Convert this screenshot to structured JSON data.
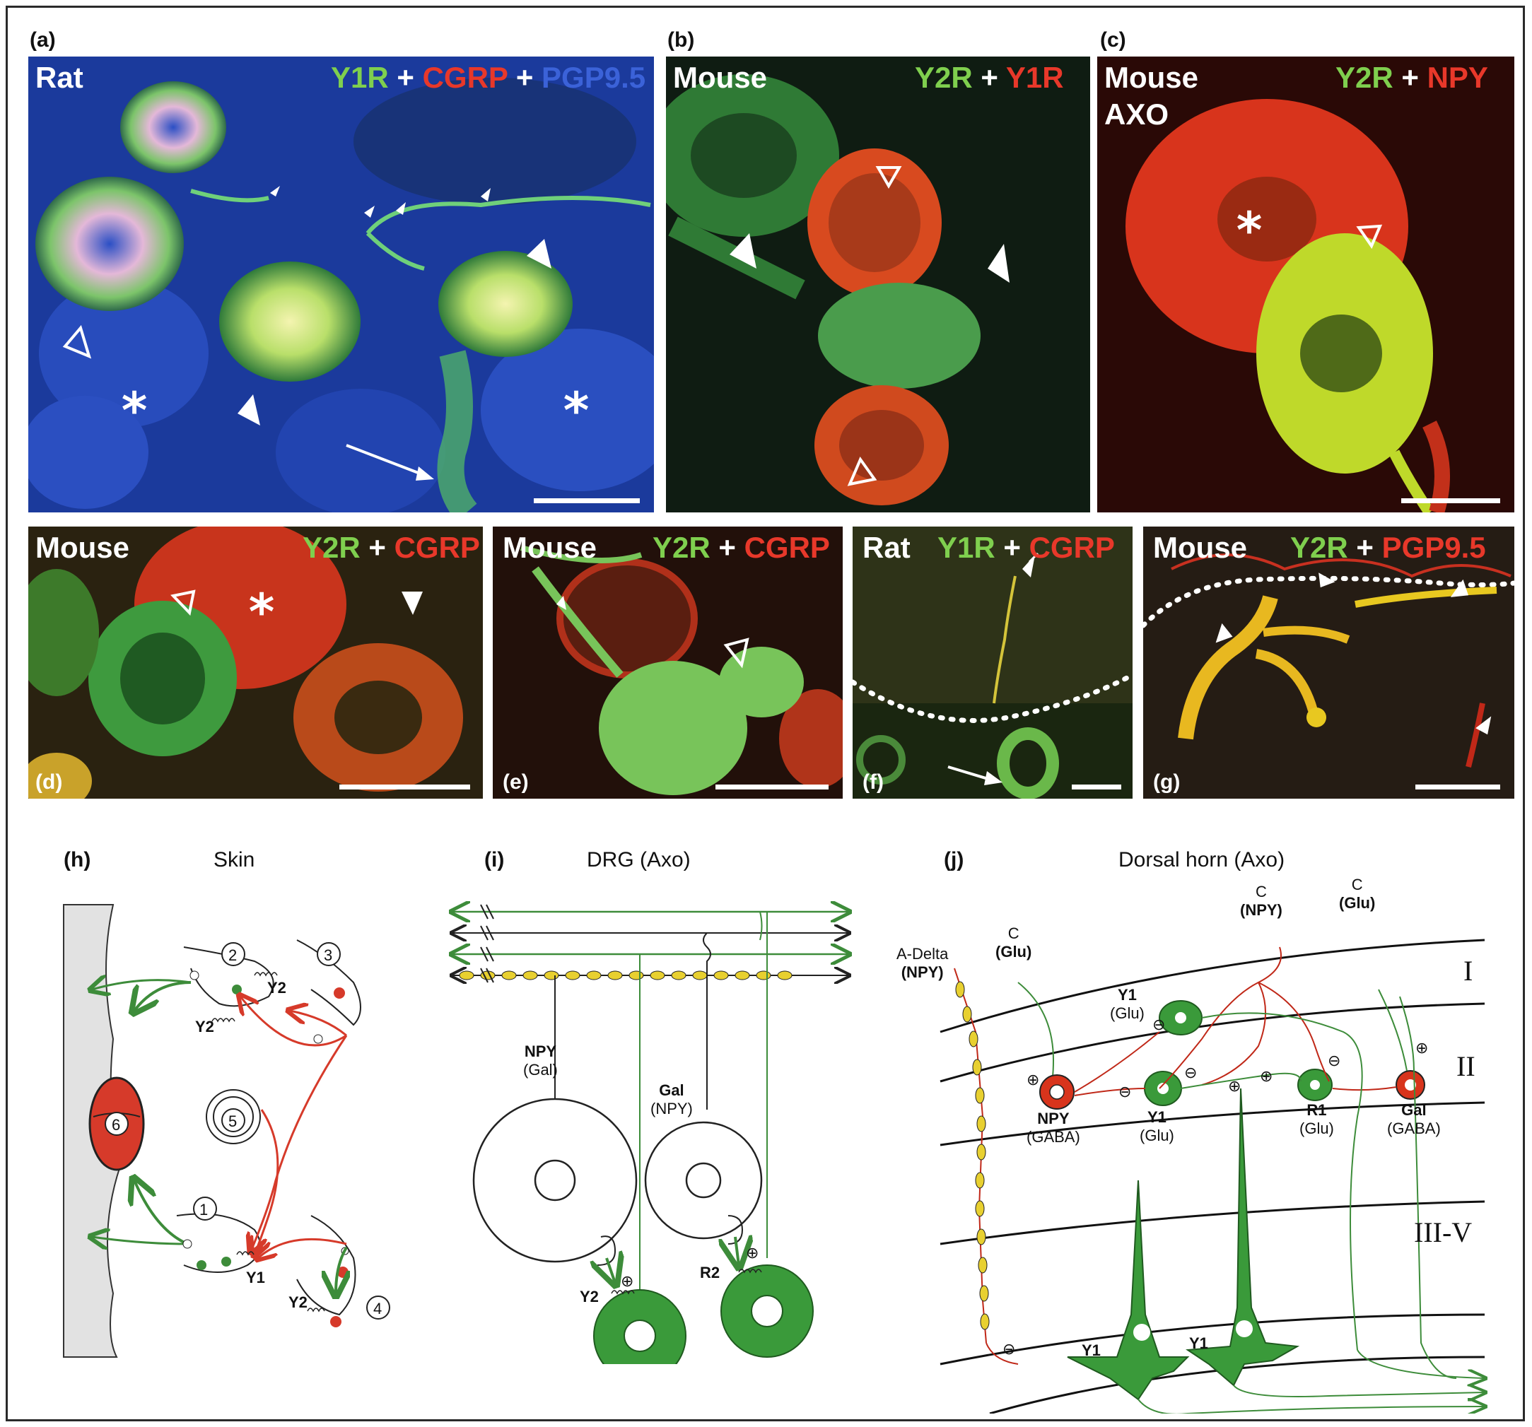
{
  "panels": {
    "a": {
      "letter": "(a)",
      "species": "Rat",
      "m1": "Y1R",
      "plus1": "+",
      "m2": "CGRP",
      "plus2": "+",
      "m3": "PGP9.5"
    },
    "b": {
      "letter": "(b)",
      "species": "Mouse",
      "m1": "Y2R",
      "plus1": "+",
      "m2": "Y1R"
    },
    "c": {
      "letter": "(c)",
      "species": "Mouse",
      "species2": "AXO",
      "m1": "Y2R",
      "plus1": "+",
      "m2": "NPY"
    },
    "d": {
      "letter": "(d)",
      "species": "Mouse",
      "m1": "Y2R",
      "plus1": "+",
      "m2": "CGRP"
    },
    "e": {
      "letter": "(e)",
      "species": "Mouse",
      "m1": "Y2R",
      "plus1": "+",
      "m2": "CGRP"
    },
    "f": {
      "letter": "(f)",
      "species": "Rat",
      "m1": "Y1R",
      "plus1": "+",
      "m2": "CGRP"
    },
    "g": {
      "letter": "(g)",
      "species": "Mouse",
      "m1": "Y2R",
      "plus1": "+",
      "m2": "PGP9.5"
    }
  },
  "h": {
    "letter": "(h)",
    "title": "Skin",
    "cells": [
      "1",
      "2",
      "3",
      "4",
      "5",
      "6"
    ],
    "y1": "Y1",
    "y2": "Y2"
  },
  "i": {
    "letter": "(i)",
    "title": "DRG (Axo)",
    "npy": "NPY",
    "npy_sub": "(Gal)",
    "gal": "Gal",
    "gal_sub": "(NPY)",
    "y2": "Y2",
    "r2": "R2",
    "plus": "⊕"
  },
  "j": {
    "letter": "(j)",
    "title": "Dorsal horn (Axo)",
    "adelta": "A-Delta",
    "adelta_sub": "(NPY)",
    "c1": "C",
    "c1_sub": "(Glu)",
    "c2": "C",
    "c2_sub": "(NPY)",
    "c3": "C",
    "c3_sub": "(Glu)",
    "lamina1": "I",
    "lamina2": "II",
    "lamina3": "III-V",
    "y1_top": "Y1",
    "y1_top_sub": "(Glu)",
    "npy": "NPY",
    "npy_sub": "(GABA)",
    "y1_mid": "Y1",
    "y1_mid_sub": "(Glu)",
    "r1": "R1",
    "r1_sub": "(Glu)",
    "gal": "Gal",
    "gal_sub": "(GABA)",
    "y1_big1": "Y1",
    "y1_big2": "Y1",
    "plus": "⊕",
    "minus": "⊖"
  }
}
